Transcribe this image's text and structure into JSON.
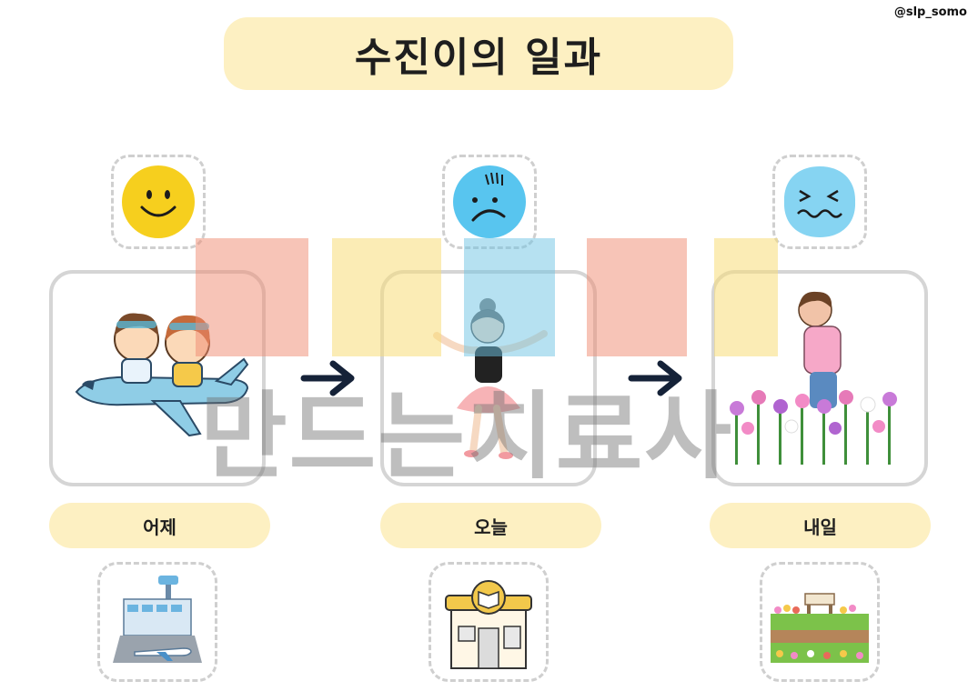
{
  "handle": "@slp_somo",
  "title": "수진이의 일과",
  "watermark": "만드는치료사",
  "days": [
    {
      "label": "어제",
      "emotion": "happy-face-icon",
      "activity": "airplane-trip",
      "place": "airport"
    },
    {
      "label": "오늘",
      "emotion": "sad-face-icon",
      "activity": "ballet-dance",
      "place": "dance-academy"
    },
    {
      "label": "내일",
      "emotion": "anxious-face-icon",
      "activity": "flower-garden",
      "place": "park"
    }
  ],
  "colors": {
    "pill": "#fdf0c2",
    "happy": "#f6cf1e",
    "sad": "#58c5ef",
    "anxious": "#86d4f2",
    "arrow": "#152238"
  }
}
